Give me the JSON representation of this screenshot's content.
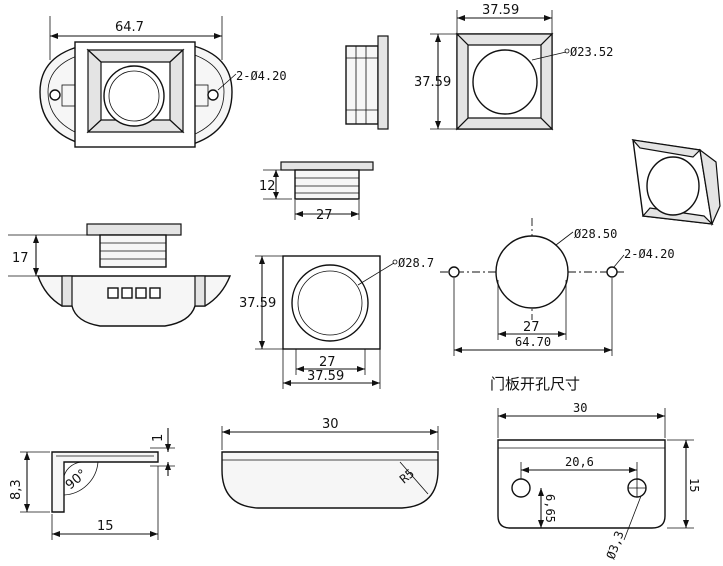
{
  "dimensions": {
    "top_width": "64.7",
    "top_holes": "2-Ø4.20",
    "square_width": "37.59",
    "square_height": "37.59",
    "square_circle": "Ø23.52",
    "side_height": "12",
    "side_width": "27",
    "front_height": "17",
    "front2_circle": "Ø28.7",
    "front2_height": "37.59",
    "front2_inner": "27",
    "front2_outer": "37.59",
    "cutout_circle": "Ø28.50",
    "cutout_holes": "2-Ø4.20",
    "cutout_inner": "27",
    "cutout_outer": "64.70",
    "panel_title": "门板开孔尺寸",
    "bracket_thickness": "1",
    "bracket_height": "8,3",
    "bracket_angle": "90°",
    "bracket_length": "15",
    "plate_length": "30",
    "plate_radius": "R5",
    "hole_plate_length": "30",
    "hole_plate_height": "15",
    "hole_spacing": "20,6",
    "hole_offset": "6,65",
    "hole_dia": "Ø3,3"
  }
}
